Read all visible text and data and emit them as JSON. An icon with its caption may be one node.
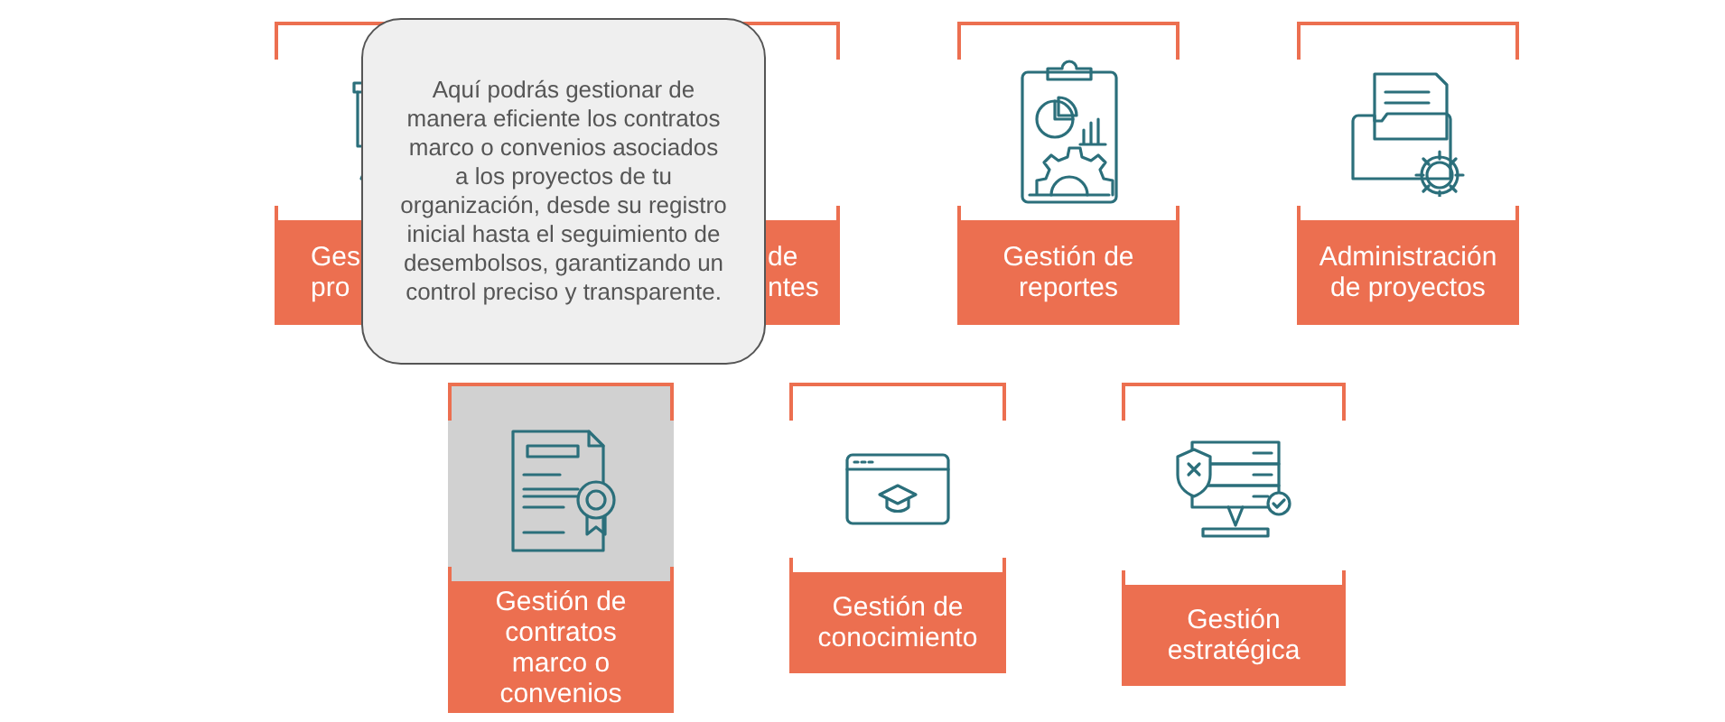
{
  "diagram": {
    "nodes": [
      {
        "text": [
          "Ges pro"
        ]
      },
      {
        "text": [
          "de ntes"
        ]
      },
      {
        "text": [
          "Gestión de reportes"
        ]
      },
      {
        "text": [
          "Administración de proyectos"
        ]
      },
      {
        "text": [
          "Gestión de contratos marco o convenios"
        ]
      },
      {
        "text": [
          "Gestión de conocimiento"
        ]
      },
      {
        "text": [
          "Gestión estratégica"
        ]
      },
      {
        "text": [
          "Aquí podrás gestionar de manera eficiente los contratos marco o convenios asociados a los proyectos de tu organización, desde su registro inicial hasta el seguimiento de desembolsos, garantizando un control preciso y transparente."
        ]
      }
    ],
    "edges": []
  }
}
